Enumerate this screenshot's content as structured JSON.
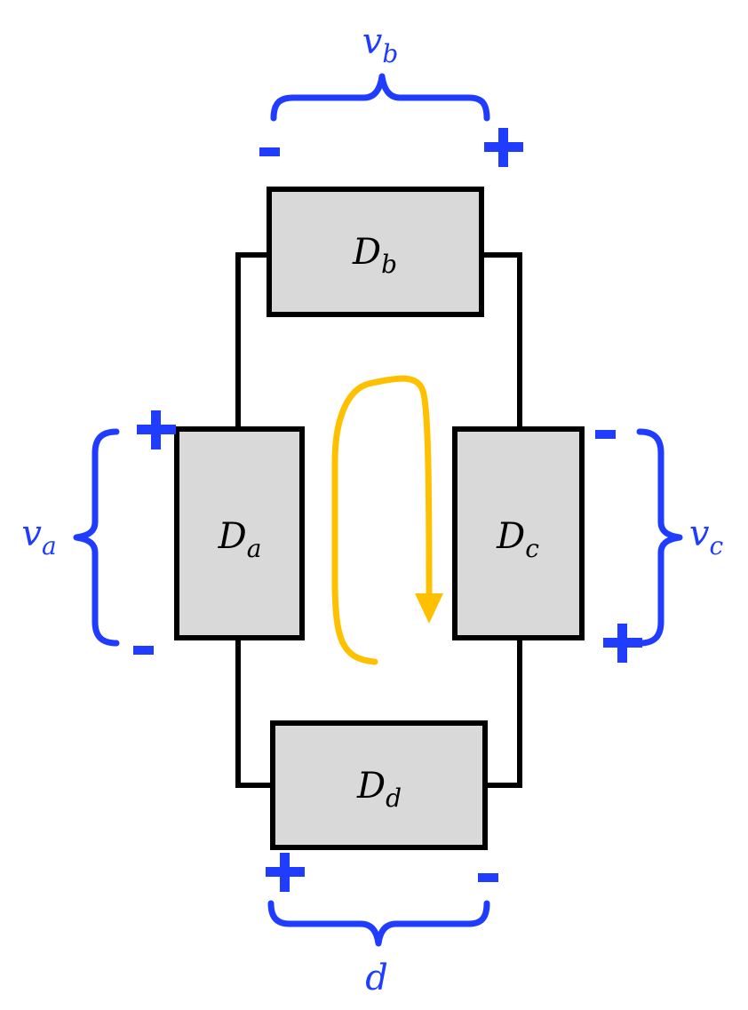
{
  "devices": {
    "a": {
      "main": "D",
      "sub": "a"
    },
    "b": {
      "main": "D",
      "sub": "b"
    },
    "c": {
      "main": "D",
      "sub": "c"
    },
    "d": {
      "main": "D",
      "sub": "d"
    }
  },
  "voltages": {
    "a": {
      "main": "v",
      "sub": "a",
      "plus": "+",
      "minus": "-"
    },
    "b": {
      "main": "v",
      "sub": "b",
      "plus": "+",
      "minus": "-"
    },
    "c": {
      "main": "v",
      "sub": "c",
      "plus": "+",
      "minus": "-"
    },
    "d": {
      "main": "d",
      "plus": "+",
      "minus": "-"
    }
  },
  "colors": {
    "voltage_label": "#1f3cff",
    "loop_arrow": "#ffc000",
    "device_fill": "#d9d9d9",
    "wire": "#000000"
  },
  "icons": {
    "loop": "clockwise-loop-arrow-icon"
  }
}
